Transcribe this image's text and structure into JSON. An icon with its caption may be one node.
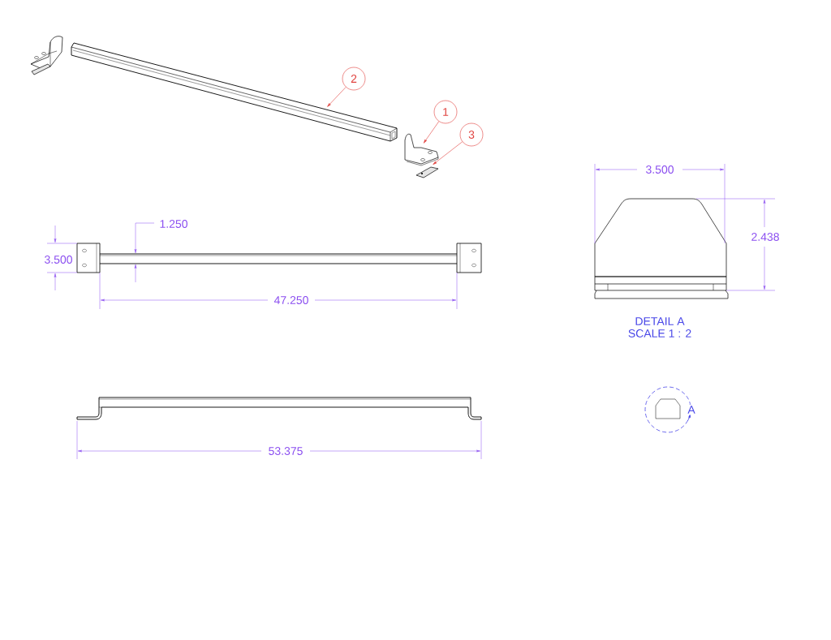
{
  "diagram": {
    "nodes": [
      {
        "text": [
          "2"
        ]
      },
      {
        "text": [
          "1"
        ]
      },
      {
        "text": [
          "3"
        ]
      },
      {
        "text": [],
        "shape": "picture"
      },
      {
        "text": [],
        "shape": "picture"
      },
      {
        "text": [],
        "shape": "picture"
      }
    ],
    "edges": [
      {
        "from": 0,
        "to": 3,
        "arrow": "to"
      },
      {
        "from": 1,
        "to": 4,
        "arrow": "to"
      },
      {
        "from": 2,
        "to": 5,
        "arrow": "to"
      }
    ],
    "labels": [
      "3.500",
      "1.250",
      "2.438",
      "3.500",
      "47.250",
      "DETAIL A",
      "SCALE 1 : 2",
      "A",
      "53.375"
    ]
  }
}
